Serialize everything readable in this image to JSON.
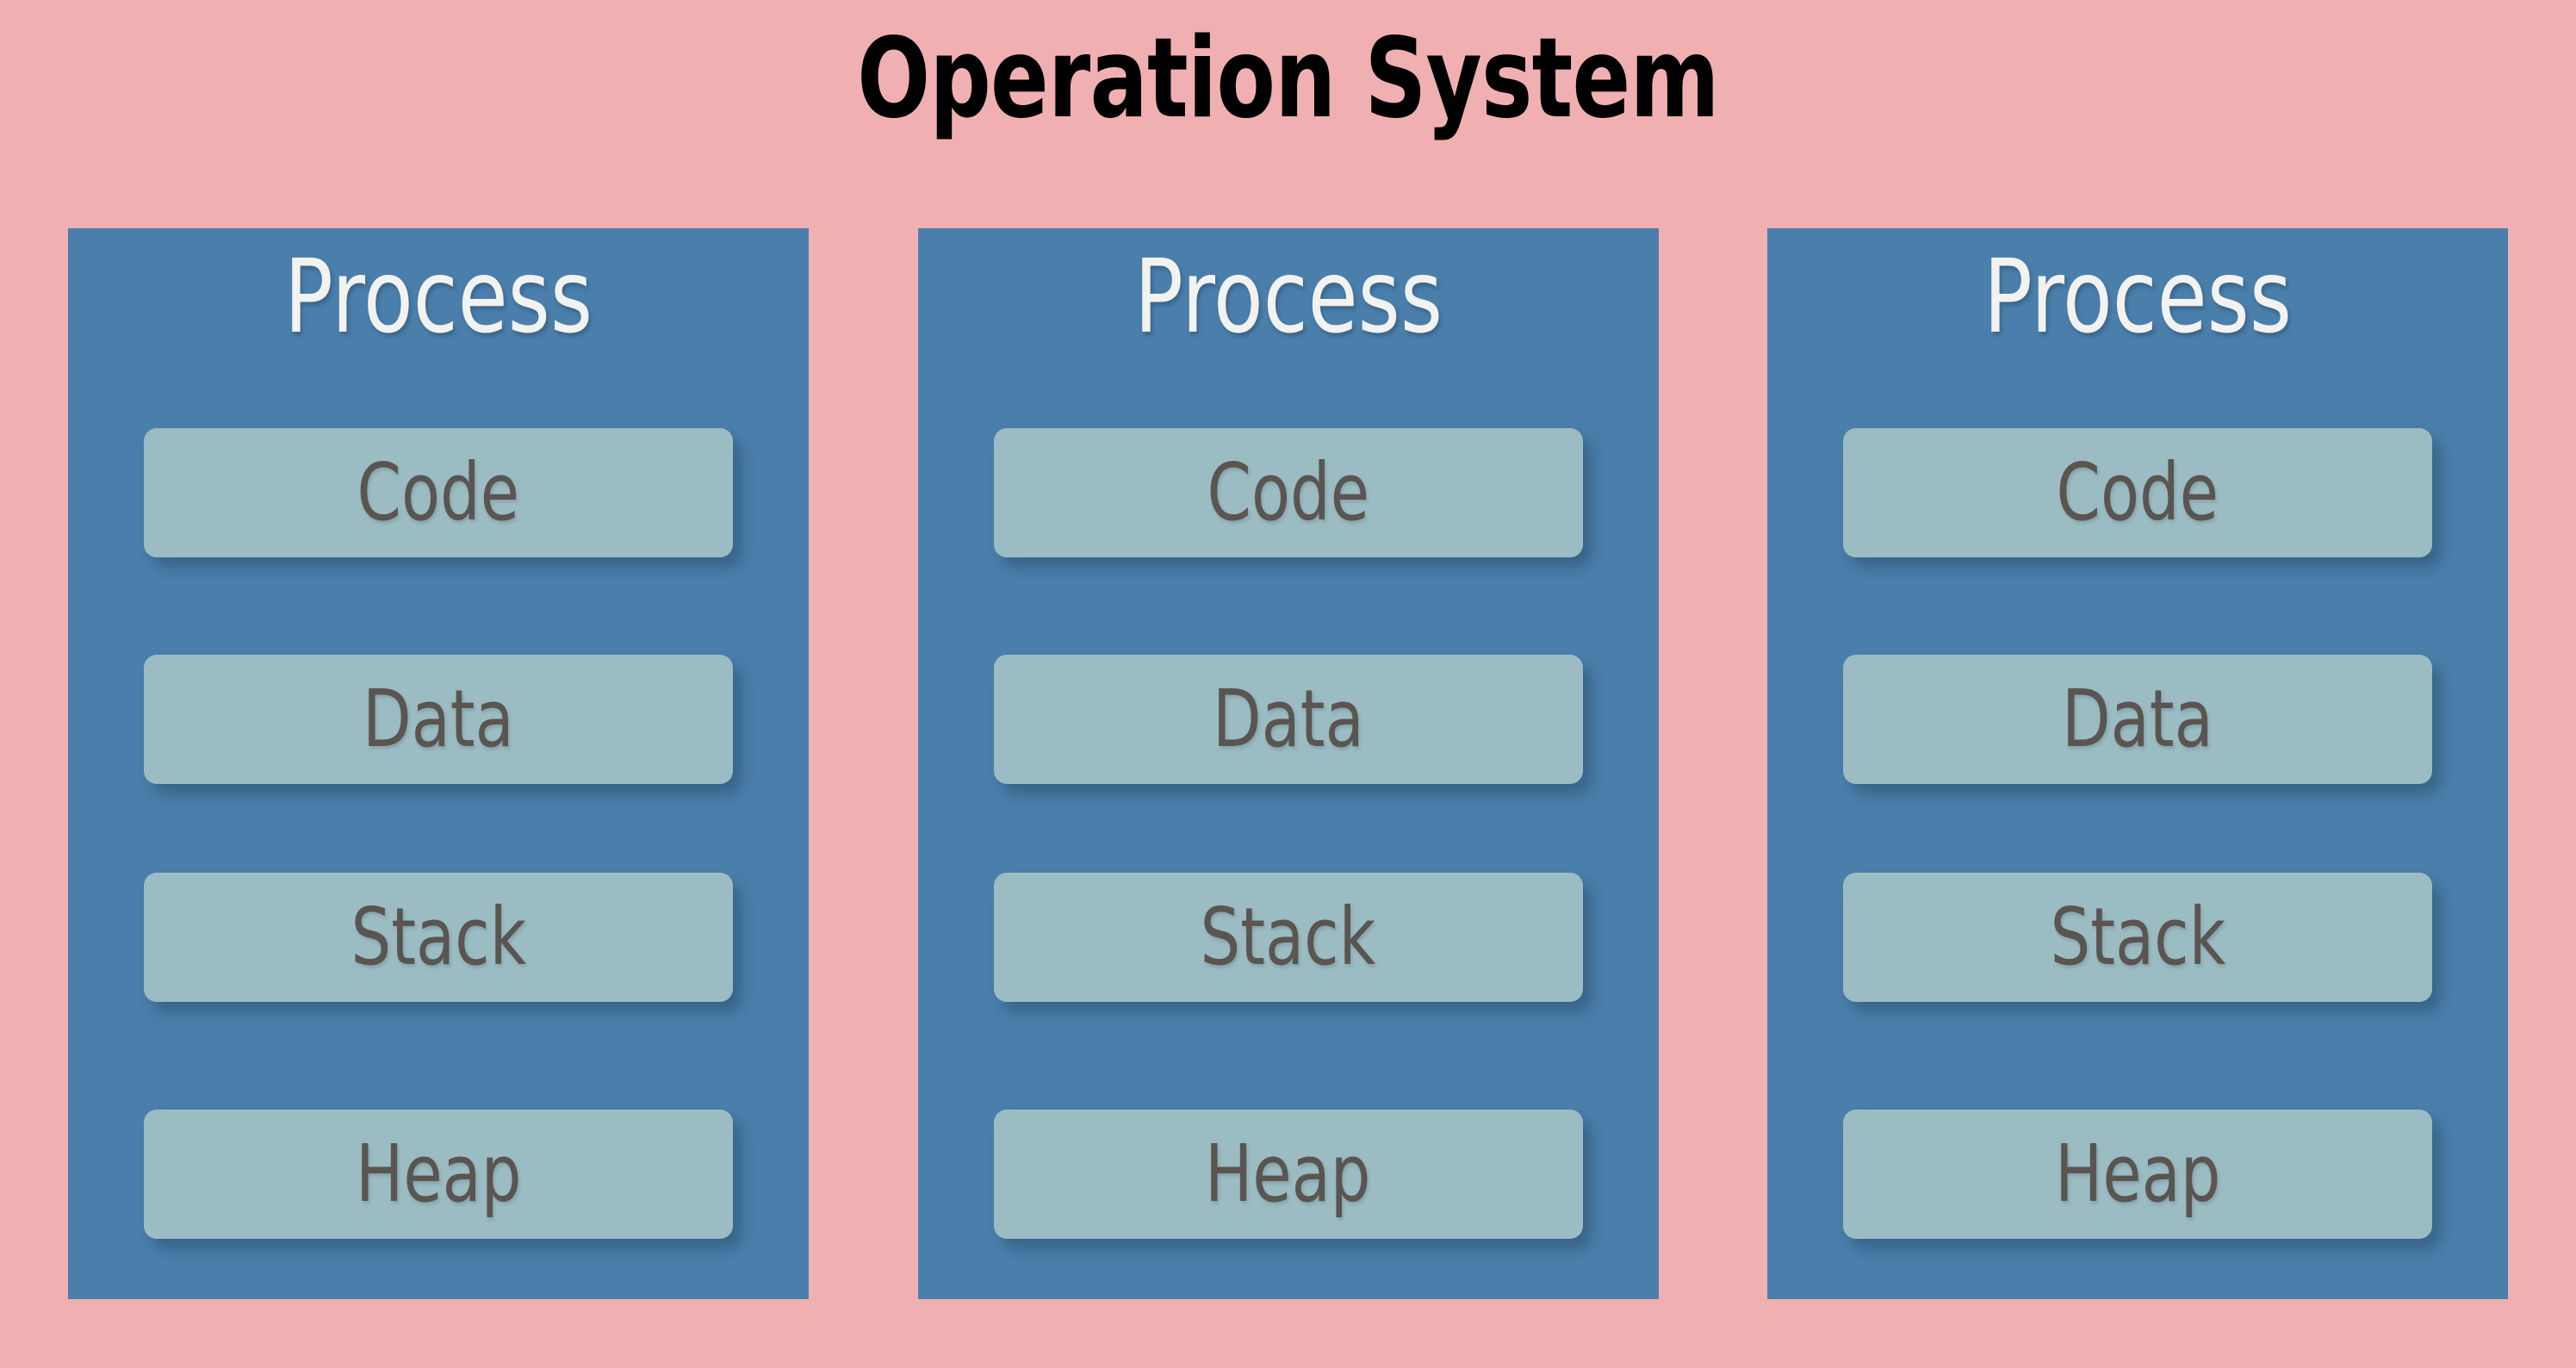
{
  "diagram": {
    "title": "Operation System",
    "background_color": "#f0b0b2",
    "process_color": "#4a7fab",
    "segment_color": "#9bbcc2",
    "title_color": "#000000",
    "process_label_color": "#f2f2f0",
    "segment_label_color": "#5a5551"
  },
  "processes": [
    {
      "heading": "Process",
      "segments": [
        {
          "label": "Code"
        },
        {
          "label": "Data"
        },
        {
          "label": "Stack"
        },
        {
          "label": "Heap"
        }
      ]
    },
    {
      "heading": "Process",
      "segments": [
        {
          "label": "Code"
        },
        {
          "label": "Data"
        },
        {
          "label": "Stack"
        },
        {
          "label": "Heap"
        }
      ]
    },
    {
      "heading": "Process",
      "segments": [
        {
          "label": "Code"
        },
        {
          "label": "Data"
        },
        {
          "label": "Stack"
        },
        {
          "label": "Heap"
        }
      ]
    }
  ]
}
